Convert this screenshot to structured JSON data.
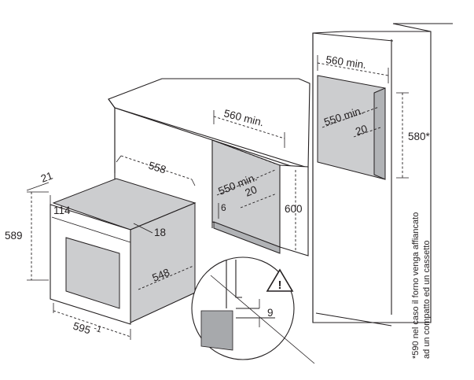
{
  "dimensions": {
    "cabinet_width_mid": "560 min.",
    "cabinet_width_right": "560 min.",
    "inner_width_mid": "550 min.",
    "inner_width_right": "550 min.",
    "ventilation_mid": "20",
    "ventilation_right": "20",
    "height_mid": "600",
    "height_right": "580*",
    "oven_depth_top": "558",
    "oven_side_depth": "548",
    "oven_front_width": "595",
    "oven_front_width_tol": "-1",
    "oven_height": "589",
    "oven_panel_height": "114",
    "front_thickness": "21",
    "offset_18": "18",
    "offset_6": "6",
    "gap_detail": "9"
  },
  "warning_symbol": "!",
  "footnote": {
    "line1": "*590 nel caso il forno venga affiancato",
    "line2": "ad un compatto ed un cassetto"
  },
  "icons": {
    "warning": "warning-triangle-icon"
  }
}
